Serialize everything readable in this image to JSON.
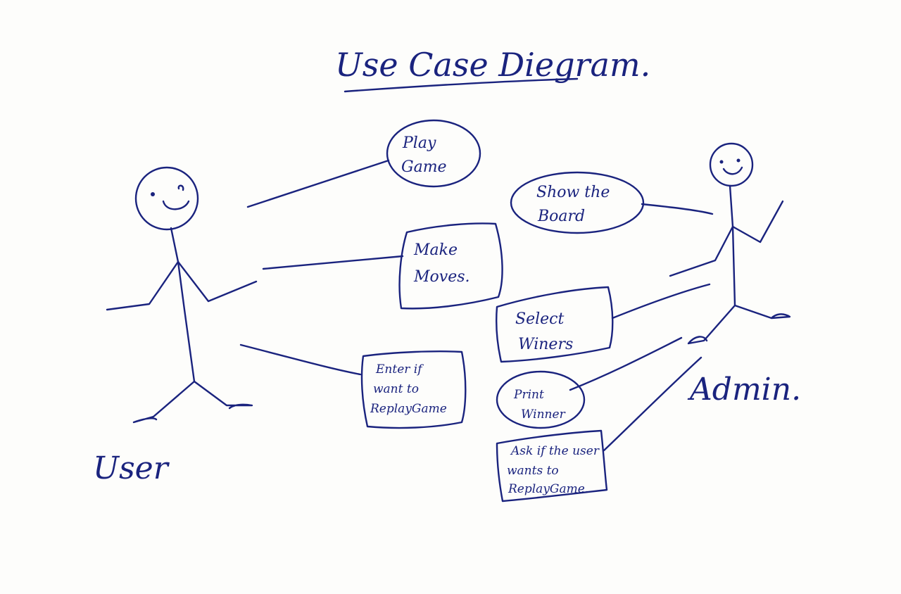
{
  "title": "Use Case Diegram.",
  "actors": {
    "user": {
      "label": "User"
    },
    "admin": {
      "label": "Admin."
    }
  },
  "use_cases": {
    "play_game": {
      "lines": [
        "Play",
        "Game"
      ]
    },
    "make_moves": {
      "lines": [
        "Make",
        "Moves."
      ]
    },
    "enter_replay": {
      "lines": [
        "Enter if",
        "want to",
        "ReplayGame"
      ]
    },
    "show_board": {
      "lines": [
        "Show the",
        "Board"
      ]
    },
    "select_winners": {
      "lines": [
        "Select",
        "Winers"
      ]
    },
    "print_winner": {
      "lines": [
        "Print",
        "Winner"
      ]
    },
    "ask_replay": {
      "lines": [
        "Ask if the user",
        "wants to",
        "ReplayGame."
      ]
    }
  },
  "ink_color": "#1a237e"
}
